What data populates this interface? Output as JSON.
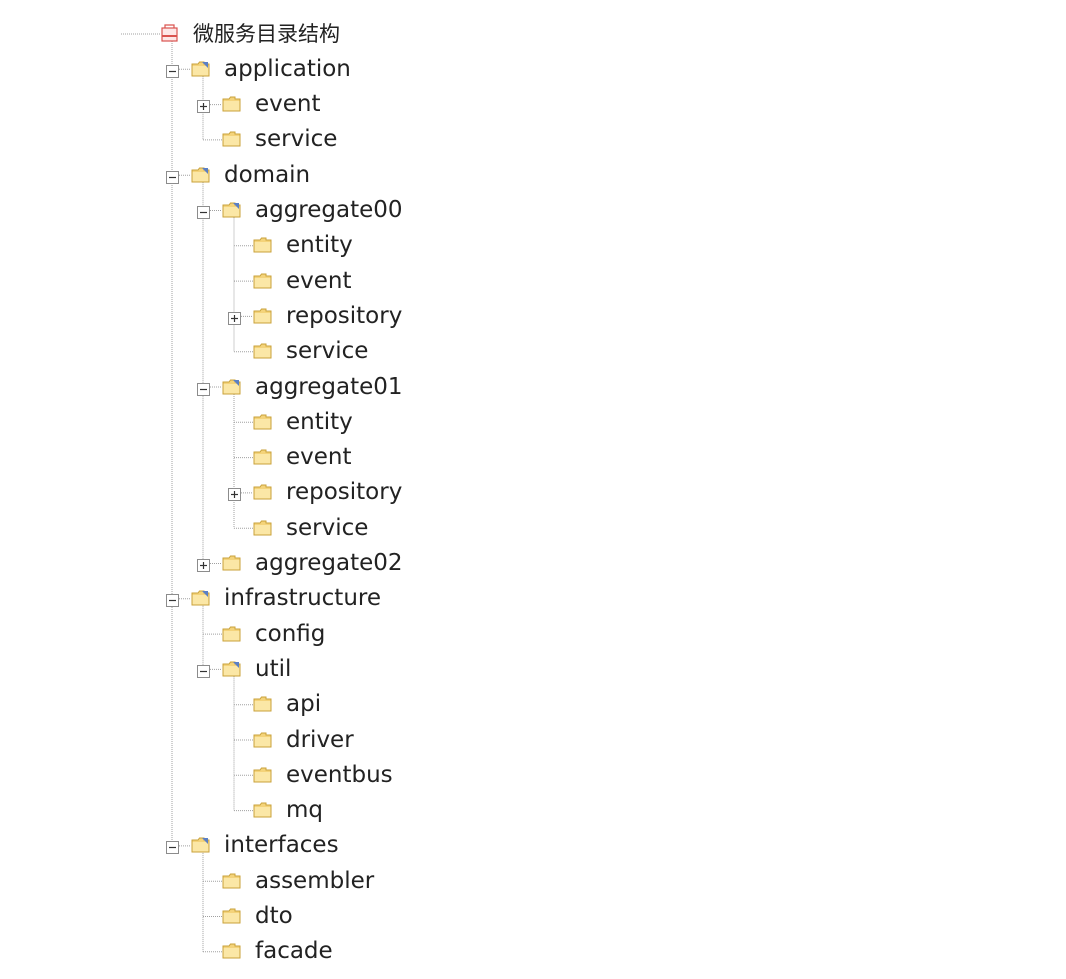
{
  "colors": {
    "connector": "#a0a0a0",
    "text": "#222222",
    "folder": "#f4d37a",
    "folder_edge": "#c9a23a",
    "root_icon": "#d9534f",
    "open_marker": "#5b7fc4"
  },
  "tree": {
    "label": "微服务目录结构",
    "icon": "root-document-icon",
    "children": [
      {
        "label": "application",
        "toggle": "collapse",
        "children": [
          {
            "label": "event",
            "toggle": "expand"
          },
          {
            "label": "service"
          }
        ]
      },
      {
        "label": "domain",
        "toggle": "collapse",
        "children": [
          {
            "label": "aggregate00",
            "toggle": "collapse",
            "children": [
              {
                "label": "entity"
              },
              {
                "label": "event"
              },
              {
                "label": "repository",
                "toggle": "expand"
              },
              {
                "label": "service"
              }
            ]
          },
          {
            "label": "aggregate01",
            "toggle": "collapse",
            "children": [
              {
                "label": "entity"
              },
              {
                "label": "event"
              },
              {
                "label": "repository",
                "toggle": "expand"
              },
              {
                "label": "service"
              }
            ]
          },
          {
            "label": "aggregate02",
            "toggle": "expand"
          }
        ]
      },
      {
        "label": "infrastructure",
        "toggle": "collapse",
        "children": [
          {
            "label": "config"
          },
          {
            "label": "util",
            "toggle": "collapse",
            "children": [
              {
                "label": "api"
              },
              {
                "label": "driver"
              },
              {
                "label": "eventbus"
              },
              {
                "label": "mq"
              }
            ]
          }
        ]
      },
      {
        "label": "interfaces",
        "toggle": "collapse",
        "children": [
          {
            "label": "assembler"
          },
          {
            "label": "dto"
          },
          {
            "label": "facade"
          }
        ]
      }
    ]
  }
}
